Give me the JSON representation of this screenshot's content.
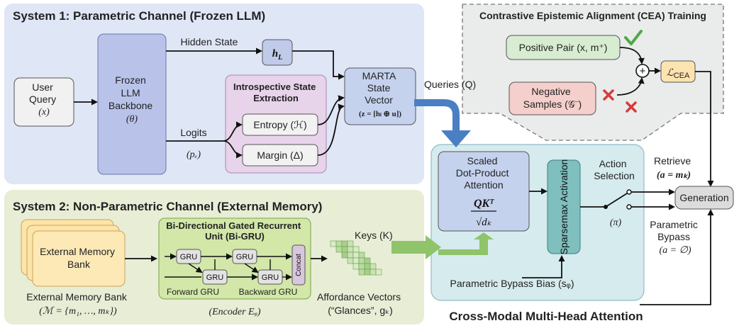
{
  "system1": {
    "title": "System 1: Parametric Channel (Frozen LLM)",
    "user_query": [
      "User",
      "Query",
      "(x)"
    ],
    "llm": [
      "Frozen",
      "LLM",
      "Backbone",
      "(θ)"
    ],
    "hidden_state_label": "Hidden State",
    "hidden_state_var": "h",
    "hidden_state_sub": "L",
    "logits_label": "Logits",
    "logits_var": "(pₑ)",
    "introspect_title": [
      "Introspective State",
      "Extraction"
    ],
    "entropy": "Entropy (ℋ)",
    "margin": "Margin (Δ)",
    "marta": [
      "MARTA",
      "State",
      "Vector",
      "(z = [hₗ ⊕ u])"
    ]
  },
  "queries_label": "Queries (Q)",
  "cea": {
    "title": "Contrastive Epistemic Alignment (CEA) Training",
    "positive": "Positive Pair (x, m⁺)",
    "negative": [
      "Negative",
      "Samples (𝒢⁻)"
    ],
    "plus": "+",
    "loss_main": "ℒ",
    "loss_sub": "CEA"
  },
  "attention": {
    "scaled": [
      "Scaled",
      "Dot-Product",
      "Attention"
    ],
    "formula_num": "QKᵀ",
    "formula_den": "√dₖ",
    "sparsemax": "Sparsemax Activation",
    "action": [
      "Action",
      "Selection"
    ],
    "pi": "(π)",
    "bypass_bias": "Parametric Bypass Bias (sᵩ)",
    "title": "Cross-Modal Multi-Head Attention"
  },
  "outputs": {
    "retrieve": [
      "Retrieve",
      "(a = mₖ)"
    ],
    "bypass": [
      "Parametric",
      "Bypass",
      "(a = ∅)"
    ],
    "generation": "Generation"
  },
  "system2": {
    "title": "System 2: Non-Parametric Channel (External Memory)",
    "memory_box": [
      "External Memory",
      "Bank"
    ],
    "memory_caption": [
      "External Memory Bank",
      "(ℳ = {m₁, …, mₖ})"
    ],
    "bigru_title": [
      "Bi-Directional Gated Recurrent",
      "Unit (Bi-GRU)"
    ],
    "gru": "GRU",
    "concat": "Concat",
    "forward": "Forward GRU",
    "backward": "Backward GRU",
    "encoder": "(Encoder Eᵩ)",
    "keys": "Keys (K)",
    "affordance": [
      "Affordance Vectors",
      "(“Glances”, gₖ)"
    ]
  },
  "colors": {
    "sys1_bg": "#dfe6f6",
    "sys2_bg": "#e8edd6",
    "attention_bg": "#d6ebee",
    "llm": "#b9c3ea",
    "introspect": "#e7d3ea",
    "marta": "#c5d2ee",
    "positive": "#d7ecd0",
    "negative": "#f5cfcb",
    "loss": "#fce3b0",
    "gru_box": "#d2e7a8",
    "memory": "#fde4a8",
    "blue_arrow": "#4a7fc4",
    "green_arrow": "#8fc46a",
    "check": "#4fa84a",
    "cross": "#d93a3a"
  },
  "icons": [
    "check-icon",
    "cross-icon",
    "plus-circle-icon"
  ]
}
